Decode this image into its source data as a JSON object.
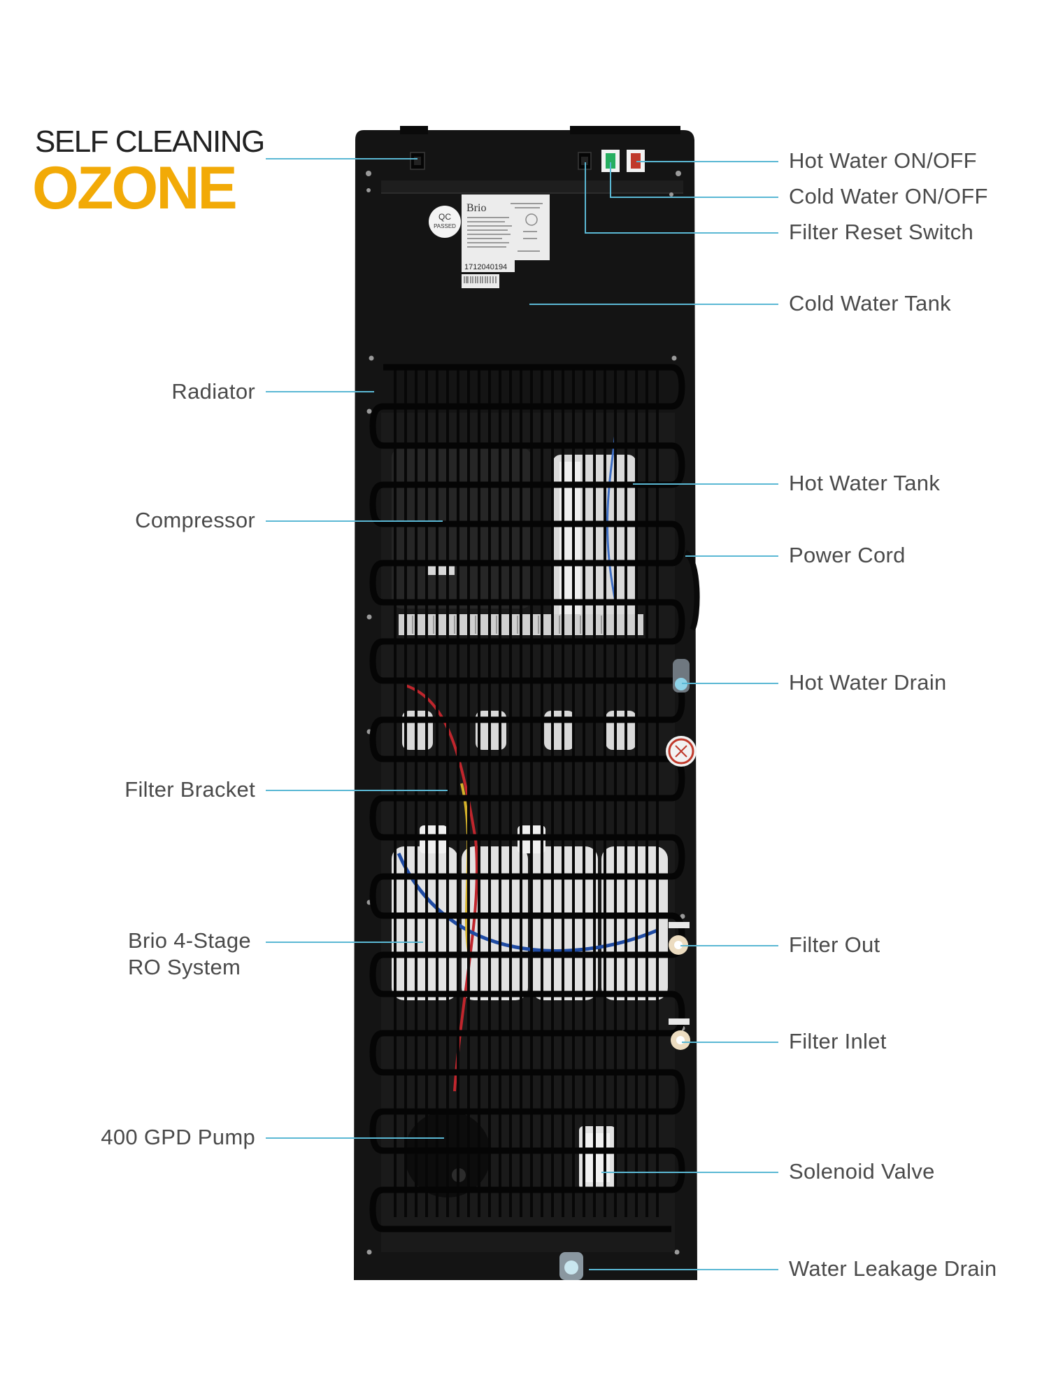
{
  "branding": {
    "line1": "SELF CLEANING",
    "line2": "OZONE",
    "accent_color": "#f2aa07"
  },
  "product": {
    "brand": "Brio",
    "qc_line1": "QC",
    "qc_line2": "PASSED",
    "serial": "1712040194"
  },
  "colors": {
    "leader_line": "#5bb8d4",
    "cabinet": "#141414",
    "label_text": "#4a4a4a",
    "hot_switch": "#c0392b",
    "cold_switch": "#27ae60"
  },
  "left_labels": [
    {
      "id": "radiator",
      "text": "Radiator"
    },
    {
      "id": "compressor",
      "text": "Compressor"
    },
    {
      "id": "filter-bracket",
      "text": "Filter Bracket"
    },
    {
      "id": "ro-system",
      "text": "Brio 4-Stage\nRO System"
    },
    {
      "id": "pump",
      "text": "400 GPD Pump"
    }
  ],
  "right_labels": [
    {
      "id": "hot-water-switch",
      "text": "Hot Water ON/OFF"
    },
    {
      "id": "cold-water-switch",
      "text": "Cold Water ON/OFF"
    },
    {
      "id": "filter-reset-switch",
      "text": "Filter Reset Switch"
    },
    {
      "id": "cold-water-tank",
      "text": "Cold Water Tank"
    },
    {
      "id": "hot-water-tank",
      "text": "Hot Water Tank"
    },
    {
      "id": "power-cord",
      "text": "Power Cord"
    },
    {
      "id": "hot-water-drain",
      "text": "Hot Water Drain"
    },
    {
      "id": "filter-out",
      "text": "Filter Out"
    },
    {
      "id": "filter-inlet",
      "text": "Filter Inlet"
    },
    {
      "id": "solenoid-valve",
      "text": "Solenoid Valve"
    },
    {
      "id": "water-leakage-drain",
      "text": "Water Leakage Drain"
    }
  ]
}
